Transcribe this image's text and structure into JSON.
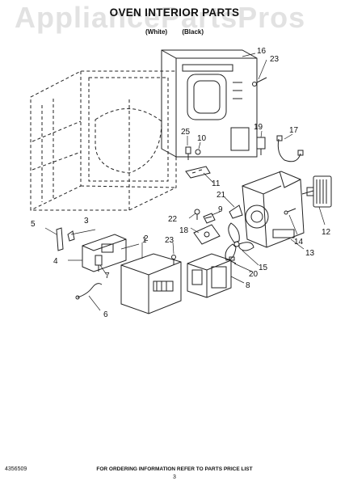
{
  "watermark": "AppliancePartsPros",
  "header": {
    "title": "OVEN INTERIOR PARTS",
    "models": "",
    "variant_left": "(White)",
    "variant_right": "(Black)"
  },
  "callouts": [
    "1",
    "2",
    "3",
    "4",
    "5",
    "6",
    "7",
    "8",
    "9",
    "10",
    "11",
    "12",
    "13",
    "14",
    "15",
    "16",
    "17",
    "18",
    "19",
    "20",
    "21",
    "22",
    "23",
    "23",
    "25"
  ],
  "footer": {
    "part_number": "4356509",
    "note": "FOR ORDERING INFORMATION REFER TO PARTS PRICE LIST",
    "page": "3"
  }
}
